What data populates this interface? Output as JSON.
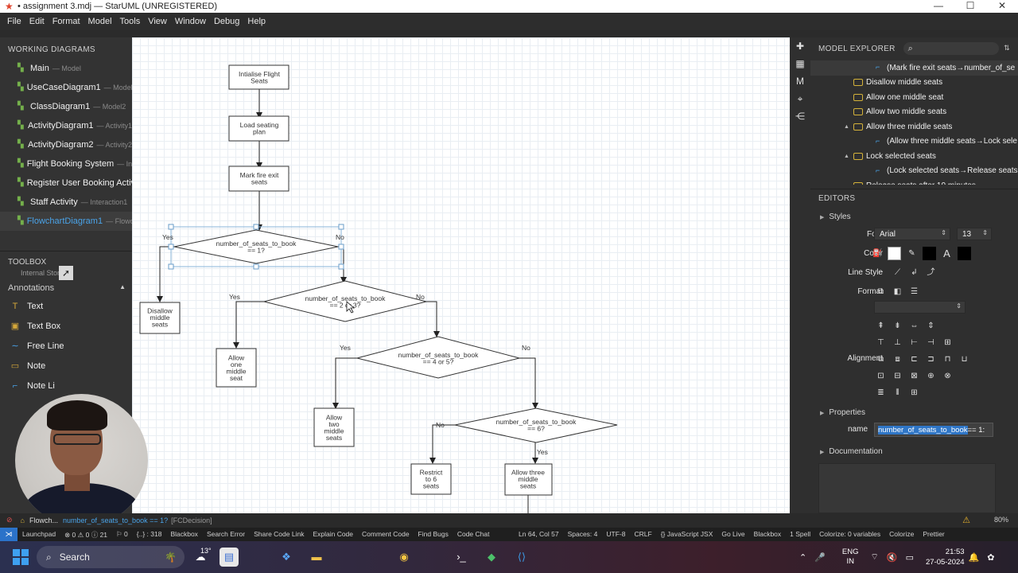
{
  "window": {
    "title": "• assignment 3.mdj — StarUML (UNREGISTERED)",
    "controls": [
      "—",
      "☐",
      "✕"
    ]
  },
  "menu": [
    "File",
    "Edit",
    "Format",
    "Model",
    "Tools",
    "View",
    "Window",
    "Debug",
    "Help"
  ],
  "working_diagrams": {
    "title": "WORKING DIAGRAMS",
    "items": [
      {
        "name": "Main",
        "sub": "— Model"
      },
      {
        "name": "UseCaseDiagram1",
        "sub": "— Model1"
      },
      {
        "name": "ClassDiagram1",
        "sub": "— Model2"
      },
      {
        "name": "ActivityDiagram1",
        "sub": "— Activity1"
      },
      {
        "name": "ActivityDiagram2",
        "sub": "— Activity2"
      },
      {
        "name": "Flight Booking System",
        "sub": "— Inte"
      },
      {
        "name": "Register User Booking Activit",
        "sub": ""
      },
      {
        "name": "Staff Activity",
        "sub": "— Interaction1"
      },
      {
        "name": "FlowchartDiagram1",
        "sub": "— Flowch"
      }
    ]
  },
  "toolbox": {
    "title": "TOOLBOX",
    "cut_item": "Internal Storage",
    "group": "Annotations",
    "items": [
      "Text",
      "Text Box",
      "Free Line",
      "Note",
      "Note Li"
    ]
  },
  "flowchart": {
    "nodes": {
      "init": "Intialise Flight|Seats",
      "load": "Load seating|plan",
      "mark": "Mark fire exit|seats",
      "d1": "number_of_seats_to_book|== 1?",
      "d2": "number_of_seats_to_book|== 2 or 3?",
      "d3": "number_of_seats_to_book|== 4 or 5?",
      "d4": "number_of_seats_to_book|== 6?",
      "disallow": "Disallow|middle|seats",
      "allow1": "Allow|one|middle|seat",
      "allow2": "Allow|two|middle|seats",
      "restrict": "Restrict|to 6|seats",
      "allow3": "Allow three|middle|seats"
    },
    "labels": {
      "yes": "Yes",
      "no": "No"
    }
  },
  "model_explorer": {
    "title": "MODEL EXPLORER",
    "search_placeholder": "",
    "rows": [
      {
        "text": "(Mark fire exit seats→number_of_se",
        "kind": "flow",
        "indent": 2,
        "toggle": ""
      },
      {
        "text": "Disallow middle seats",
        "kind": "node",
        "indent": 1,
        "toggle": ""
      },
      {
        "text": "Allow one middle seat",
        "kind": "node",
        "indent": 1,
        "toggle": ""
      },
      {
        "text": "Allow two middle seats",
        "kind": "node",
        "indent": 1,
        "toggle": ""
      },
      {
        "text": "Allow three middle seats",
        "kind": "node",
        "indent": 1,
        "toggle": "▲"
      },
      {
        "text": "(Allow three middle seats→Lock sele",
        "kind": "flow",
        "indent": 2,
        "toggle": ""
      },
      {
        "text": "Lock selected seats",
        "kind": "node",
        "indent": 1,
        "toggle": "▲"
      },
      {
        "text": "(Lock selected seats→Release seats",
        "kind": "flow",
        "indent": 2,
        "toggle": ""
      },
      {
        "text": "Release seats after 10 minutes",
        "kind": "node",
        "indent": 1,
        "toggle": ""
      }
    ]
  },
  "editors": {
    "title": "EDITORS",
    "styles_label": "Styles",
    "font_label": "Font",
    "font_value": "Arial",
    "font_size": "13",
    "color_label": "Color",
    "line_style_label": "Line Style",
    "format_label": "Format",
    "alignment_label": "Alignment",
    "properties_label": "Properties",
    "name_label": "name",
    "name_value_selected": "number_of_seats_to_book",
    "name_value_rest": "== 1:",
    "documentation_label": "Documentation",
    "fill_color": "#ffffff",
    "line_color": "#000000",
    "font_color": "#000000"
  },
  "status": {
    "breadcrumb": "Flowch...",
    "selection": "number_of_seats_to_book == 1?",
    "type": "[FCDecision]",
    "zoom": "80%"
  },
  "vscode_status": {
    "left": [
      "Launchpad",
      "⊗ 0 ⚠ 0 ⓘ 21",
      "⚐ 0",
      "{..} : 318",
      "Blackbox",
      "Search Error",
      "Share Code Link",
      "Explain Code",
      "Comment Code",
      "Find Bugs",
      "Code Chat"
    ],
    "right": [
      "Ln 64, Col 57",
      "Spaces: 4",
      "UTF-8",
      "CRLF",
      "{} JavaScript JSX",
      "Go Live",
      "Blackbox",
      "1 Spell",
      "Colorize: 0 variables",
      "Colorize",
      "Prettier"
    ]
  },
  "taskbar": {
    "search_label": "Search",
    "weather": "13°",
    "lang_top": "ENG",
    "lang_bottom": "IN",
    "time": "21:53",
    "date": "27-05-2024"
  }
}
